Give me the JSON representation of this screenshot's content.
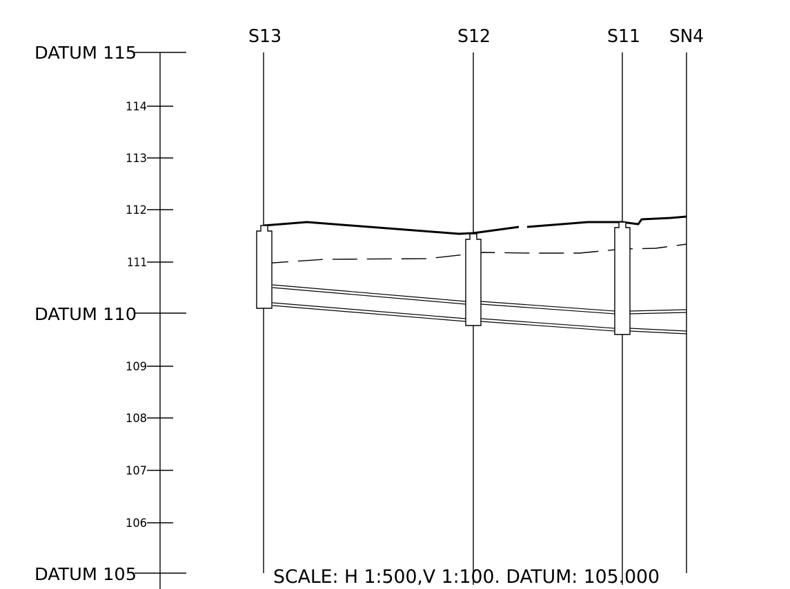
{
  "datum_labels": [
    {
      "text": "DATUM 115",
      "level": 115
    },
    {
      "text": "DATUM 110",
      "level": 110
    },
    {
      "text": "DATUM 105",
      "level": 105
    }
  ],
  "level_ticks": [
    {
      "text": "114",
      "level": 114
    },
    {
      "text": "113",
      "level": 113
    },
    {
      "text": "112",
      "level": 112
    },
    {
      "text": "111",
      "level": 111
    },
    {
      "text": "109",
      "level": 109
    },
    {
      "text": "108",
      "level": 108
    },
    {
      "text": "107",
      "level": 107
    },
    {
      "text": "106",
      "level": 106
    }
  ],
  "manholes": [
    {
      "id": "S13"
    },
    {
      "id": "S12"
    },
    {
      "id": "S11"
    },
    {
      "id": "SN4"
    }
  ],
  "caption": "SCALE: H 1:500,V 1:100. DATUM: 105.000",
  "colors": {
    "line": "#000000",
    "background": "#ffffff"
  }
}
